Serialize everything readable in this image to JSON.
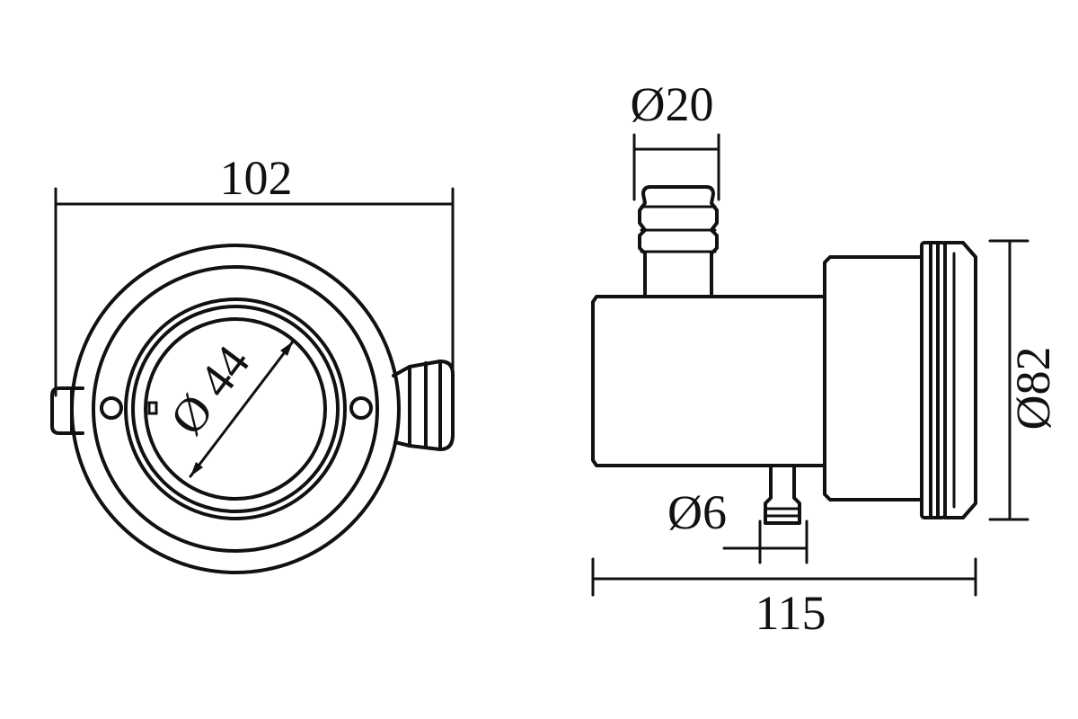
{
  "diagram": {
    "front_view": {
      "width_label": "102",
      "inner_diameter_label": "Ø 44"
    },
    "side_view": {
      "top_inlet_label": "Ø20",
      "bottom_outlet_label": "Ø6",
      "length_label": "115",
      "flange_diameter_label": "Ø82"
    },
    "colors": {
      "line": "#111111",
      "background": "#ffffff"
    }
  }
}
